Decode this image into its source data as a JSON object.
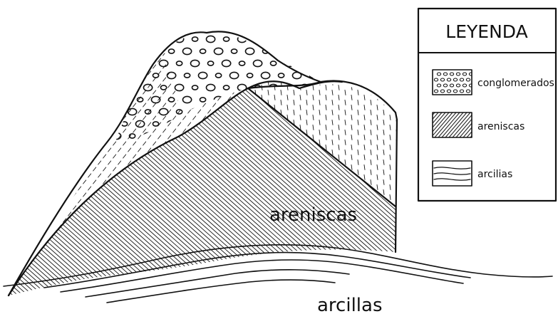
{
  "legend": {
    "title": "LEYENDA",
    "items": [
      {
        "label": "conglomerados",
        "pattern": "pebbles-icon"
      },
      {
        "label": "areniscas",
        "pattern": "diagonal-dash-icon"
      },
      {
        "label": "arcilias",
        "pattern": "wavy-lines-icon"
      }
    ]
  },
  "labels": {
    "areniscas": "areniscas",
    "arcillas": "arcillas"
  },
  "colors": {
    "ink": "#111111",
    "paper": "#ffffff"
  }
}
